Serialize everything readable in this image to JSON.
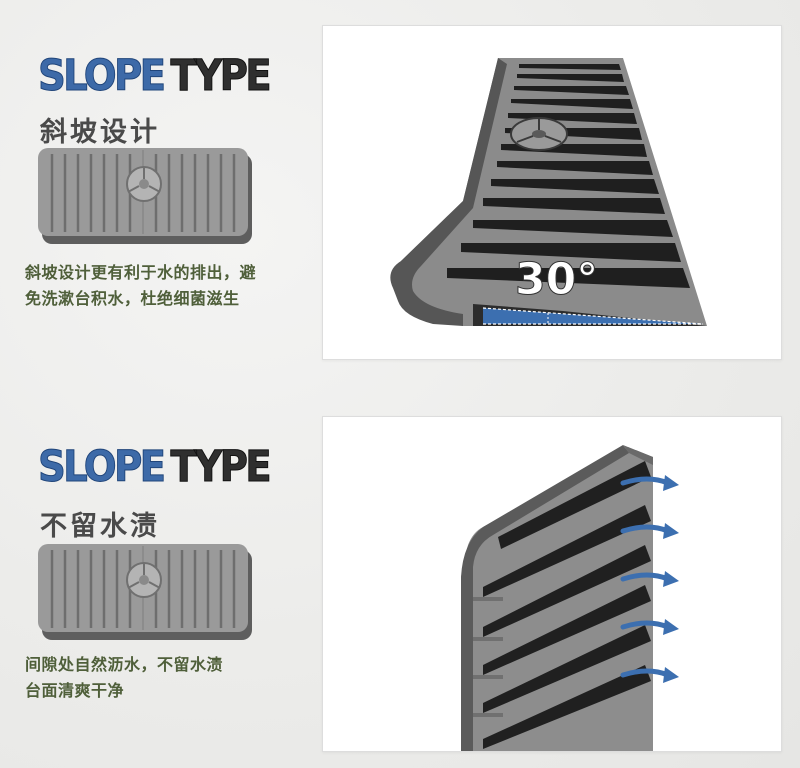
{
  "sections": [
    {
      "title_part1": "SLOPE",
      "title_part2": "TYPE",
      "subtitle": "斜坡设计",
      "caption_line1": "斜坡设计更有利于水的排出，避",
      "caption_line2": "免洗漱台积水，杜绝细菌滋生",
      "angle_label": "30°"
    },
    {
      "title_part1": "SLOPE",
      "title_part2": "TYPE",
      "subtitle": "不留水渍",
      "caption_line1": "间隙处自然沥水，不留水渍",
      "caption_line2": "台面清爽干净"
    }
  ],
  "colors": {
    "accent_blue": "#3d6aa8",
    "mat_gray": "#8e8e8e",
    "caption_green": "#4f5f3a",
    "arrow_blue": "#3c6fb0"
  }
}
